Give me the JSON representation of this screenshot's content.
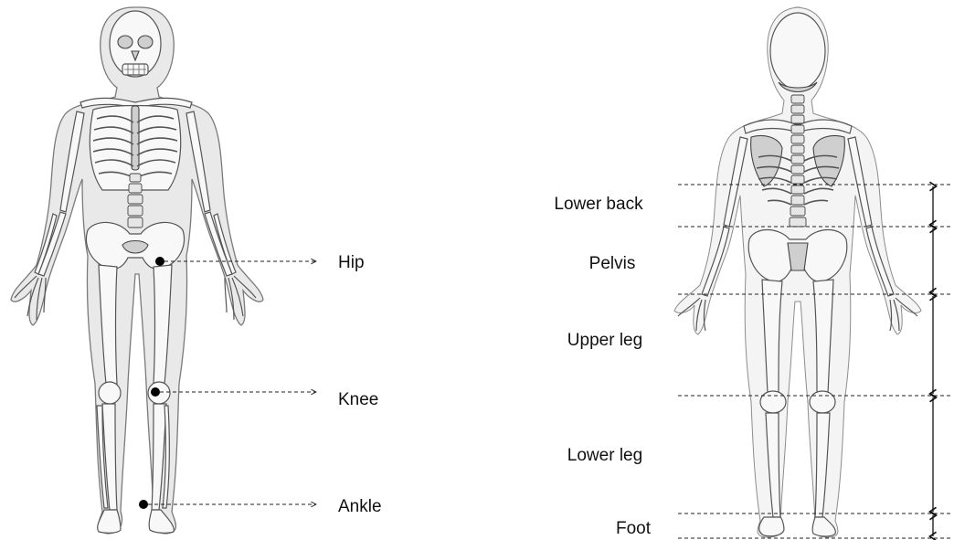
{
  "joints": {
    "hip": "Hip",
    "knee": "Knee",
    "ankle": "Ankle"
  },
  "segments": {
    "lower_back": "Lower back",
    "pelvis": "Pelvis",
    "upper_leg": "Upper leg",
    "lower_leg": "Lower leg",
    "foot": "Foot"
  },
  "colors": {
    "line": "#222222",
    "body_fill": "#e9e9e9",
    "bone_fill": "#f8f8f8"
  }
}
